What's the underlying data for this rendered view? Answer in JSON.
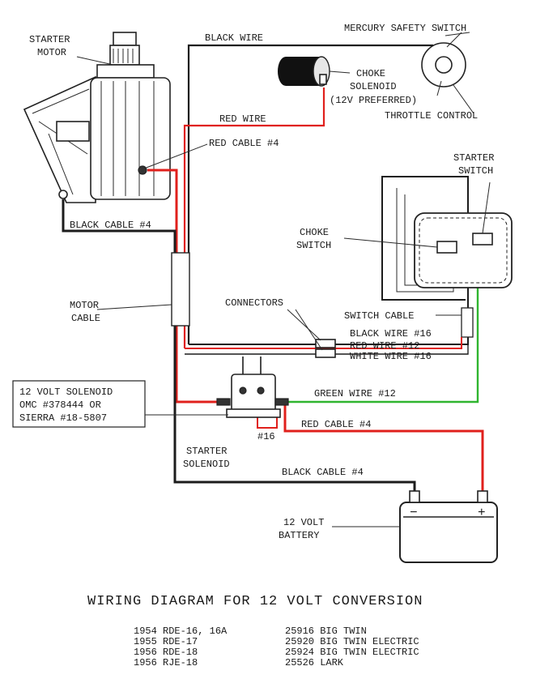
{
  "labels": {
    "starter_motor": [
      "STARTER",
      "MOTOR"
    ],
    "black_wire_top": "BLACK WIRE",
    "mercury_switch": "MERCURY SAFETY SWITCH",
    "choke_solenoid": [
      "CHOKE",
      "SOLENOID",
      "(12V PREFERRED)"
    ],
    "throttle_control": "THROTTLE CONTROL",
    "red_wire_top": "RED WIRE",
    "red_cable_4_top": "RED CABLE #4",
    "starter_switch": [
      "STARTER",
      "SWITCH"
    ],
    "black_cable_4_left": "BLACK CABLE #4",
    "choke_switch": [
      "CHOKE",
      "SWITCH"
    ],
    "motor_cable": [
      "MOTOR",
      "CABLE"
    ],
    "connectors": "CONNECTORS",
    "switch_cable": "SWITCH CABLE",
    "black_wire_16": "BLACK WIRE #16",
    "red_wire_12": "RED WIRE #12",
    "white_wire_16": "WHITE WIRE #16",
    "solenoid_box": [
      "12 VOLT SOLENOID",
      "OMC #378444  OR",
      "SIERRA #18-5807"
    ],
    "green_wire_12": "GREEN WIRE #12",
    "red_cable_4_bottom": "RED CABLE #4",
    "wire_16": "#16",
    "starter_solenoid": [
      "STARTER",
      "SOLENOID"
    ],
    "black_cable_4_bottom": "BLACK CABLE #4",
    "battery": [
      "12 VOLT",
      "BATTERY"
    ],
    "battery_minus": "−",
    "battery_plus": "+"
  },
  "title": "WIRING DIAGRAM FOR 12 VOLT CONVERSION",
  "models_left": [
    "1954 RDE-16, 16A",
    "1955 RDE-17",
    "1956 RDE-18",
    "1956 RJE-18"
  ],
  "models_right": [
    "25916 BIG TWIN",
    "25920 BIG TWIN ELECTRIC",
    "25924 BIG TWIN ELECTRIC",
    "25526 LARK"
  ],
  "colors": {
    "black_wire": "#1c1c1c",
    "red_wire": "#e0201c",
    "green_wire": "#2fb52f"
  }
}
